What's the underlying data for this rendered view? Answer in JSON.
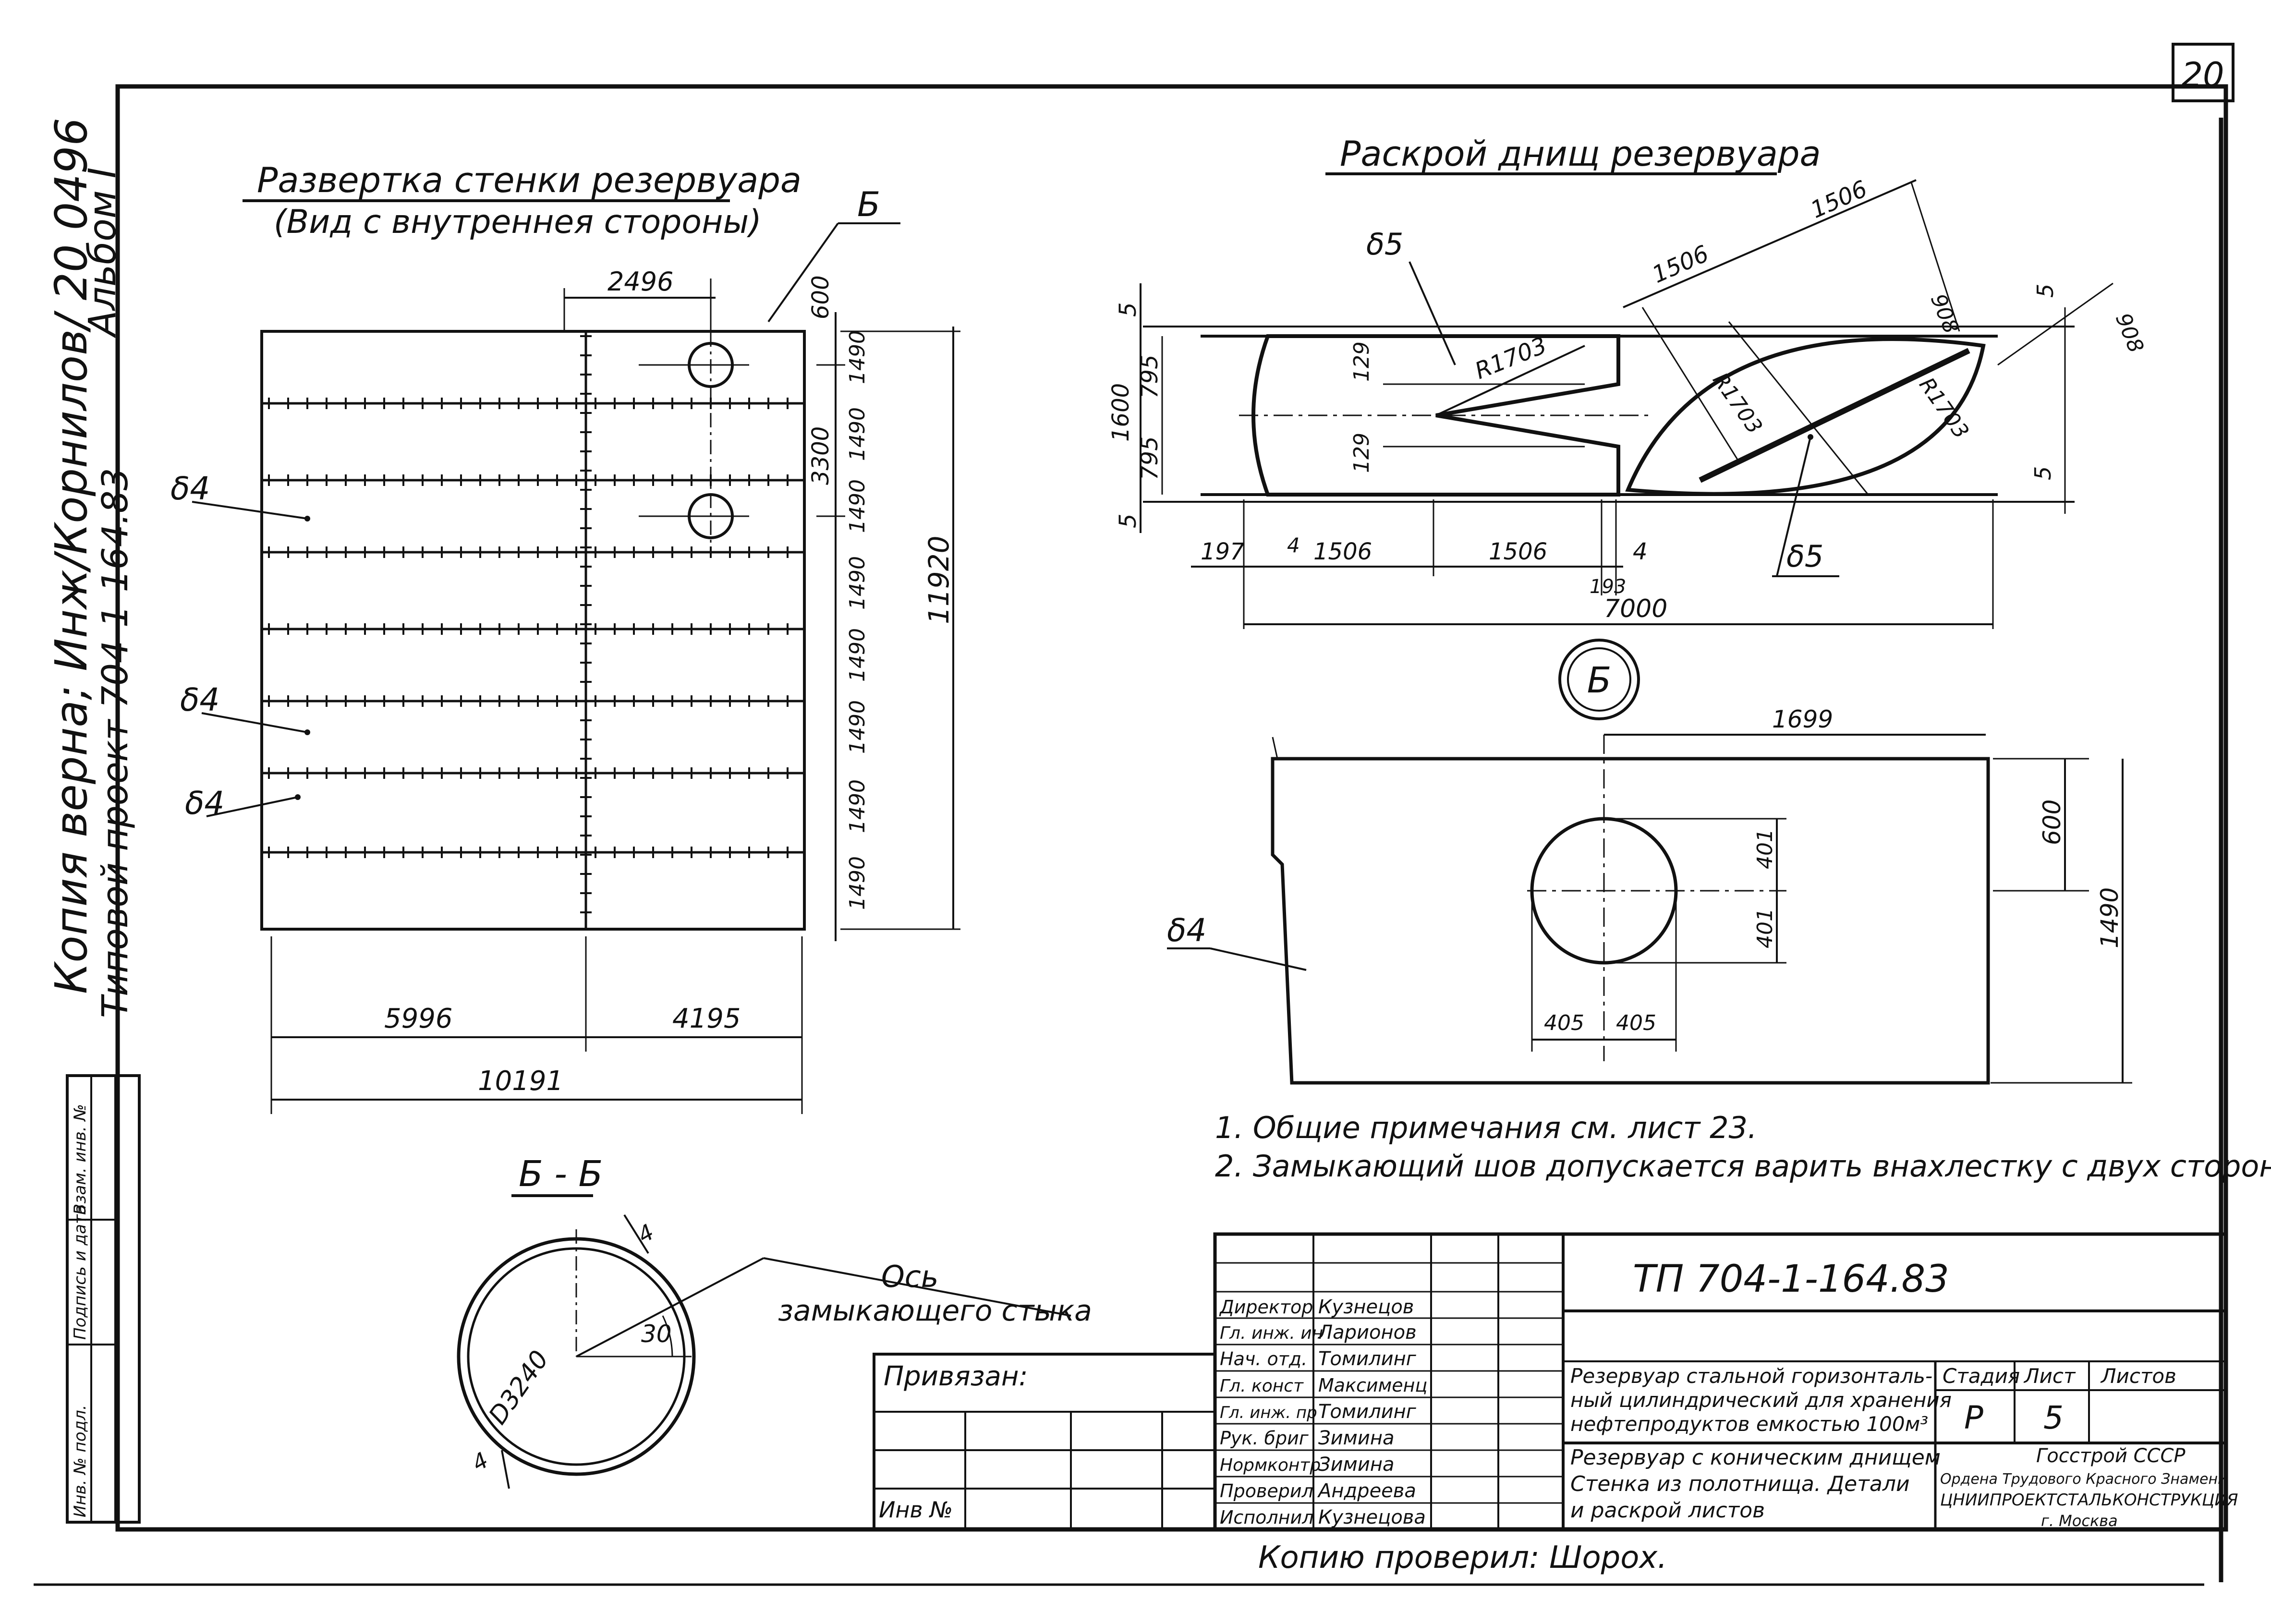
{
  "sheet": {
    "sheet_number": "20",
    "side_text_1": "Копия верна; Инж/Корнилов/ 20 0496",
    "side_text_2": "Альбом I",
    "side_text_3": "Типовой проект 704-1-164.83",
    "margin_cols": [
      "Инв. № подл.",
      "Подпись и дата",
      "Взам. инв. №"
    ]
  },
  "unrolled_wall": {
    "title": "Развертка стенки резервуара",
    "subtitle": "(Вид с внутреннея стороны)",
    "callout_b": "Б",
    "dim_top": "2496",
    "dim_right_600": "600",
    "dim_right_3300": "3300",
    "dim_total_height": "11920",
    "row_heights": [
      "1490",
      "1490",
      "1490",
      "1490",
      "1490",
      "1490",
      "1490",
      "1490"
    ],
    "thickness_labels": [
      "δ4",
      "δ4",
      "δ4"
    ],
    "dim_bottom_left": "5996",
    "dim_bottom_right": "4195",
    "dim_bottom_total": "10191"
  },
  "bottoms_cut": {
    "title": "Раскрой днищ резервуара",
    "label_d5_top": "δ5",
    "label_d5_bottom": "δ5",
    "dim_1600": "1600",
    "dim_795_a": "795",
    "dim_795_b": "795",
    "dim_5_a": "5",
    "dim_5_b": "5",
    "dim_5_c": "5",
    "dim_5_d": "5",
    "dim_129_a": "129",
    "dim_129_b": "129",
    "radius_a": "R1703",
    "radius_b": "R1703",
    "radius_c": "R1703",
    "dim_1506_a": "1506",
    "dim_1506_b": "1506",
    "dim_1506_c": "1506",
    "dim_1506_d": "1506",
    "dim_908_a": "908",
    "dim_908_b": "908",
    "dim_197": "197",
    "dim_4_a": "4",
    "dim_4_b": "4",
    "dim_193": "193",
    "dim_7000": "7000"
  },
  "detail_b": {
    "label": "Б",
    "dim_1699": "1699",
    "dim_600": "600",
    "dim_1490": "1490",
    "dim_401_a": "401",
    "dim_401_b": "401",
    "dim_405_a": "405",
    "dim_405_b": "405",
    "thickness": "δ4"
  },
  "notes": [
    "1. Общие примечания см. лист 23.",
    "2. Замыкающий шов допускается варить внахлестку с двух сторон"
  ],
  "section_bb": {
    "title": "Б - Б",
    "diameter": "D3240",
    "angle": "30",
    "dim_4_a": "4",
    "dim_4_b": "4",
    "axis_label_1": "Ось",
    "axis_label_2": "замыкающего стыка"
  },
  "binding": {
    "label": "Привязан:",
    "inv_label": "Инв №"
  },
  "title_block": {
    "roles": [
      {
        "role": "Директор",
        "name": "Кузнецов"
      },
      {
        "role": "Гл. инж. ин",
        "name": "Ларионов"
      },
      {
        "role": "Нач. отд.",
        "name": "Томилинг"
      },
      {
        "role": "Гл. конст",
        "name": "Максименц"
      },
      {
        "role": "Гл. инж. пр",
        "name": "Томилинг"
      },
      {
        "role": "Рук. бриг",
        "name": "Зимина"
      },
      {
        "role": "Нормконтр",
        "name": "Зимина"
      },
      {
        "role": "Проверил",
        "name": "Андреева"
      },
      {
        "role": "Исполнил",
        "name": "Кузнецова"
      }
    ],
    "doc_code": "ТП 704-1-164.83",
    "object_title_1": "Резервуар стальной горизонталь-",
    "object_title_2": "ный цилиндрический для хранения",
    "object_title_3": "нефтепродуктов емкостью 100м³",
    "sheet_title_1": "Резервуар с коническим днищем",
    "sheet_title_2": "Стенка из полотнища. Детали",
    "sheet_title_3": "и раскрой листов",
    "stage_header": "Стадия",
    "sheet_header": "Лист",
    "sheets_header": "Листов",
    "stage_value": "Р",
    "sheet_value": "5",
    "org_1": "Госстрой СССР",
    "org_2": "Ордена Трудового Красного Знамени",
    "org_3": "ЦНИИПРОЕКТСТАЛЬКОНСТРУКЦИЯ",
    "org_4": "г. Москва"
  },
  "copy_checked": "Копию проверил: Шорох."
}
